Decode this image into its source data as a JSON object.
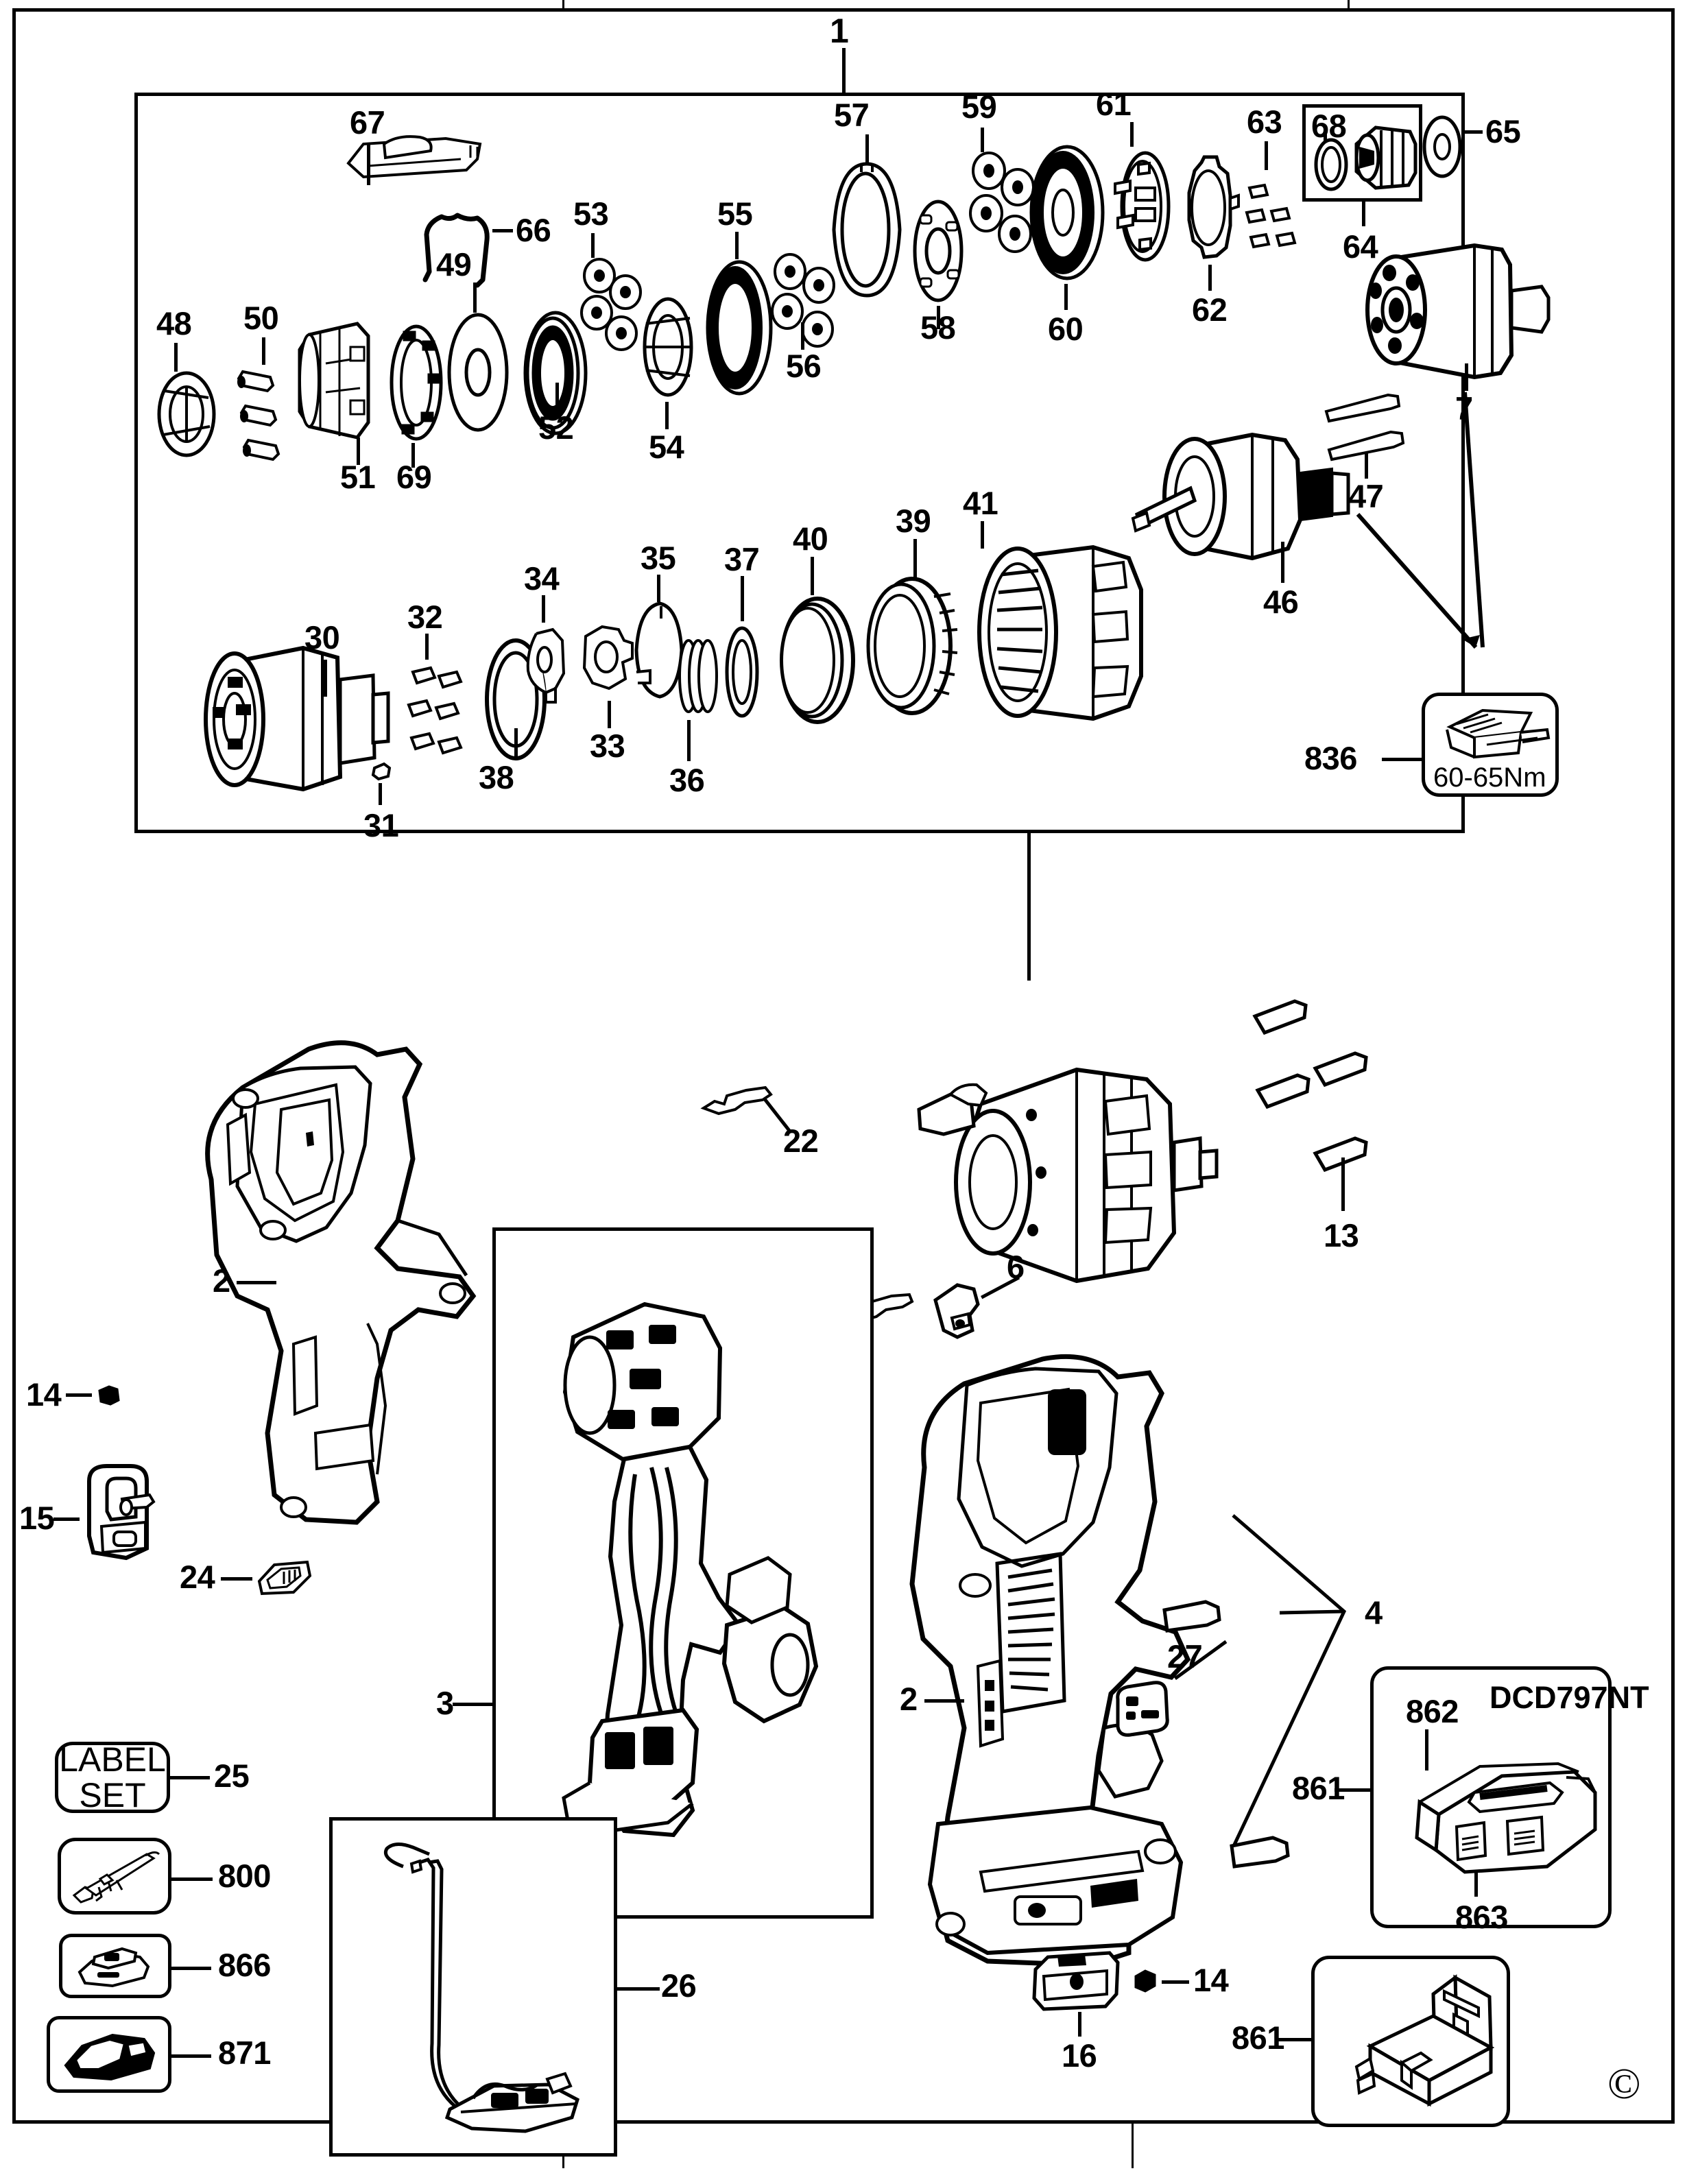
{
  "diagram": {
    "title": "DCD797NT exploded parts diagram",
    "model_code": "DCD797NT",
    "torque_note": "60-65Nm",
    "label_set_line1": "LABEL",
    "label_set_line2": "SET",
    "copyright_mark": "©"
  },
  "callouts": {
    "main_assembly": "1",
    "items": [
      {
        "id": "1",
        "label": "1"
      },
      {
        "id": "67",
        "label": "67"
      },
      {
        "id": "66",
        "label": "66"
      },
      {
        "id": "57",
        "label": "57"
      },
      {
        "id": "59",
        "label": "59"
      },
      {
        "id": "61",
        "label": "61"
      },
      {
        "id": "63",
        "label": "63"
      },
      {
        "id": "68",
        "label": "68"
      },
      {
        "id": "65",
        "label": "65"
      },
      {
        "id": "64",
        "label": "64"
      },
      {
        "id": "53",
        "label": "53"
      },
      {
        "id": "55",
        "label": "55"
      },
      {
        "id": "62",
        "label": "62"
      },
      {
        "id": "49",
        "label": "49"
      },
      {
        "id": "58",
        "label": "58"
      },
      {
        "id": "60",
        "label": "60"
      },
      {
        "id": "50",
        "label": "50"
      },
      {
        "id": "56",
        "label": "56"
      },
      {
        "id": "48",
        "label": "48"
      },
      {
        "id": "52",
        "label": "52"
      },
      {
        "id": "54",
        "label": "54"
      },
      {
        "id": "51",
        "label": "51"
      },
      {
        "id": "69",
        "label": "69"
      },
      {
        "id": "7",
        "label": "7"
      },
      {
        "id": "47",
        "label": "47"
      },
      {
        "id": "41",
        "label": "41"
      },
      {
        "id": "39",
        "label": "39"
      },
      {
        "id": "40",
        "label": "40"
      },
      {
        "id": "46",
        "label": "46"
      },
      {
        "id": "35",
        "label": "35"
      },
      {
        "id": "37",
        "label": "37"
      },
      {
        "id": "34",
        "label": "34"
      },
      {
        "id": "32",
        "label": "32"
      },
      {
        "id": "30",
        "label": "30"
      },
      {
        "id": "33",
        "label": "33"
      },
      {
        "id": "36",
        "label": "36"
      },
      {
        "id": "38",
        "label": "38"
      },
      {
        "id": "31",
        "label": "31"
      },
      {
        "id": "836",
        "label": "836"
      },
      {
        "id": "22",
        "label": "22"
      },
      {
        "id": "13",
        "label": "13"
      },
      {
        "id": "2a",
        "label": "2"
      },
      {
        "id": "6",
        "label": "6"
      },
      {
        "id": "14a",
        "label": "14"
      },
      {
        "id": "15",
        "label": "15"
      },
      {
        "id": "24",
        "label": "24"
      },
      {
        "id": "3",
        "label": "3"
      },
      {
        "id": "4",
        "label": "4"
      },
      {
        "id": "27",
        "label": "27"
      },
      {
        "id": "2b",
        "label": "2"
      },
      {
        "id": "25",
        "label": "25"
      },
      {
        "id": "26",
        "label": "26"
      },
      {
        "id": "800",
        "label": "800"
      },
      {
        "id": "866",
        "label": "866"
      },
      {
        "id": "871",
        "label": "871"
      },
      {
        "id": "16",
        "label": "16"
      },
      {
        "id": "14b",
        "label": "14"
      },
      {
        "id": "861a",
        "label": "861"
      },
      {
        "id": "862",
        "label": "862"
      },
      {
        "id": "863",
        "label": "863"
      },
      {
        "id": "861b",
        "label": "861"
      }
    ]
  },
  "colors": {
    "line": "#000000",
    "background": "#ffffff"
  }
}
